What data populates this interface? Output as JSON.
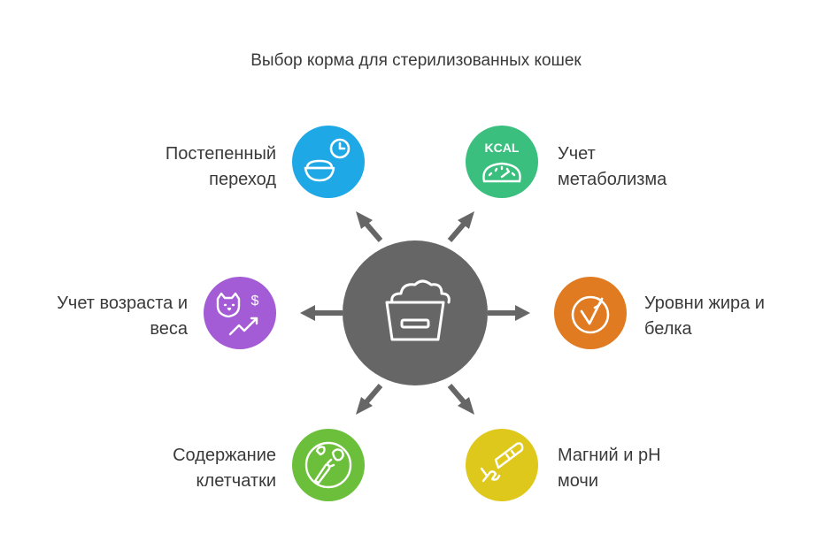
{
  "title": "Выбор корма для стерилизованных кошек",
  "center": {
    "icon": "food-bowl-icon",
    "color": "#666666"
  },
  "nodes": [
    {
      "id": "gradual",
      "lines": [
        "Постепенный",
        "переход"
      ],
      "icon": "bowl-clock-icon",
      "color": "#1ea8e6"
    },
    {
      "id": "metabolism",
      "lines": [
        "Учет",
        "метаболизма"
      ],
      "icon": "kcal-scale-icon",
      "color": "#3bbf7e"
    },
    {
      "id": "age",
      "lines": [
        "Учет возраста и",
        "веса"
      ],
      "icon": "cat-growth-icon",
      "color": "#a35bd6"
    },
    {
      "id": "fat",
      "lines": [
        "Уровни жира и",
        "белка"
      ],
      "icon": "checkmark-icon",
      "color": "#e07b22"
    },
    {
      "id": "fiber",
      "lines": [
        "Содержание",
        "клетчатки"
      ],
      "icon": "vegetables-icon",
      "color": "#6cbf3b"
    },
    {
      "id": "magnesium",
      "lines": [
        "Магний и pH",
        "мочи"
      ],
      "icon": "test-strip-icon",
      "color": "#dfc81c"
    }
  ]
}
